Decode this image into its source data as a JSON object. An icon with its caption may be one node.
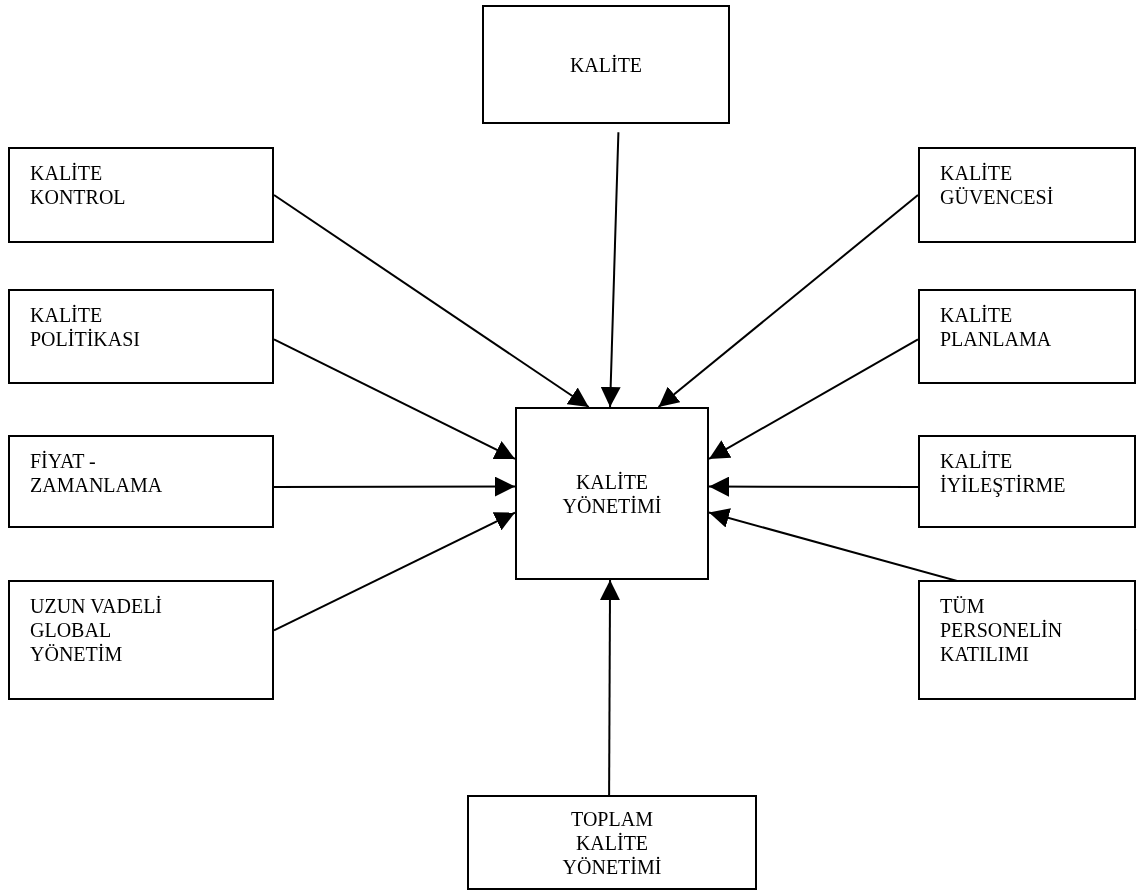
{
  "diagram": {
    "nodes": [
      {
        "text": [
          "KALİTE"
        ]
      },
      {
        "text": [
          "KALİTE KONTROL"
        ]
      },
      {
        "text": [
          "KALİTE GÜVENCESİ"
        ]
      },
      {
        "text": [
          "KALİTE POLİTİKASI"
        ]
      },
      {
        "text": [
          "KALİTE PLANLAMA"
        ]
      },
      {
        "text": [
          "FİYAT - ZAMANLAMA"
        ]
      },
      {
        "text": [
          "KALİTE YÖNETİMİ"
        ]
      },
      {
        "text": [
          "KALİTE İYİLEŞTİRME"
        ]
      },
      {
        "text": [
          "UZUN VADELİ GLOBAL YÖNETİM"
        ]
      },
      {
        "text": [
          "TÜM PERSONELİN KATILIMI"
        ]
      },
      {
        "text": [
          "TOPLAM KALİTE YÖNETİMİ"
        ]
      }
    ],
    "edges": [
      {
        "from": 0,
        "to": 6,
        "arrow": "to"
      },
      {
        "from": 1,
        "to": 6,
        "arrow": "to"
      },
      {
        "from": 2,
        "to": 6,
        "arrow": "to"
      },
      {
        "from": 3,
        "to": 6,
        "arrow": "to"
      },
      {
        "from": 4,
        "to": 6,
        "arrow": "to"
      },
      {
        "from": 5,
        "to": 6,
        "arrow": "to"
      },
      {
        "from": 7,
        "to": 6,
        "arrow": "to"
      },
      {
        "from": 8,
        "to": 6,
        "arrow": "to"
      },
      {
        "from": 9,
        "to": 6,
        "arrow": "to"
      },
      {
        "from": 10,
        "to": 6,
        "arrow": "to"
      }
    ]
  }
}
